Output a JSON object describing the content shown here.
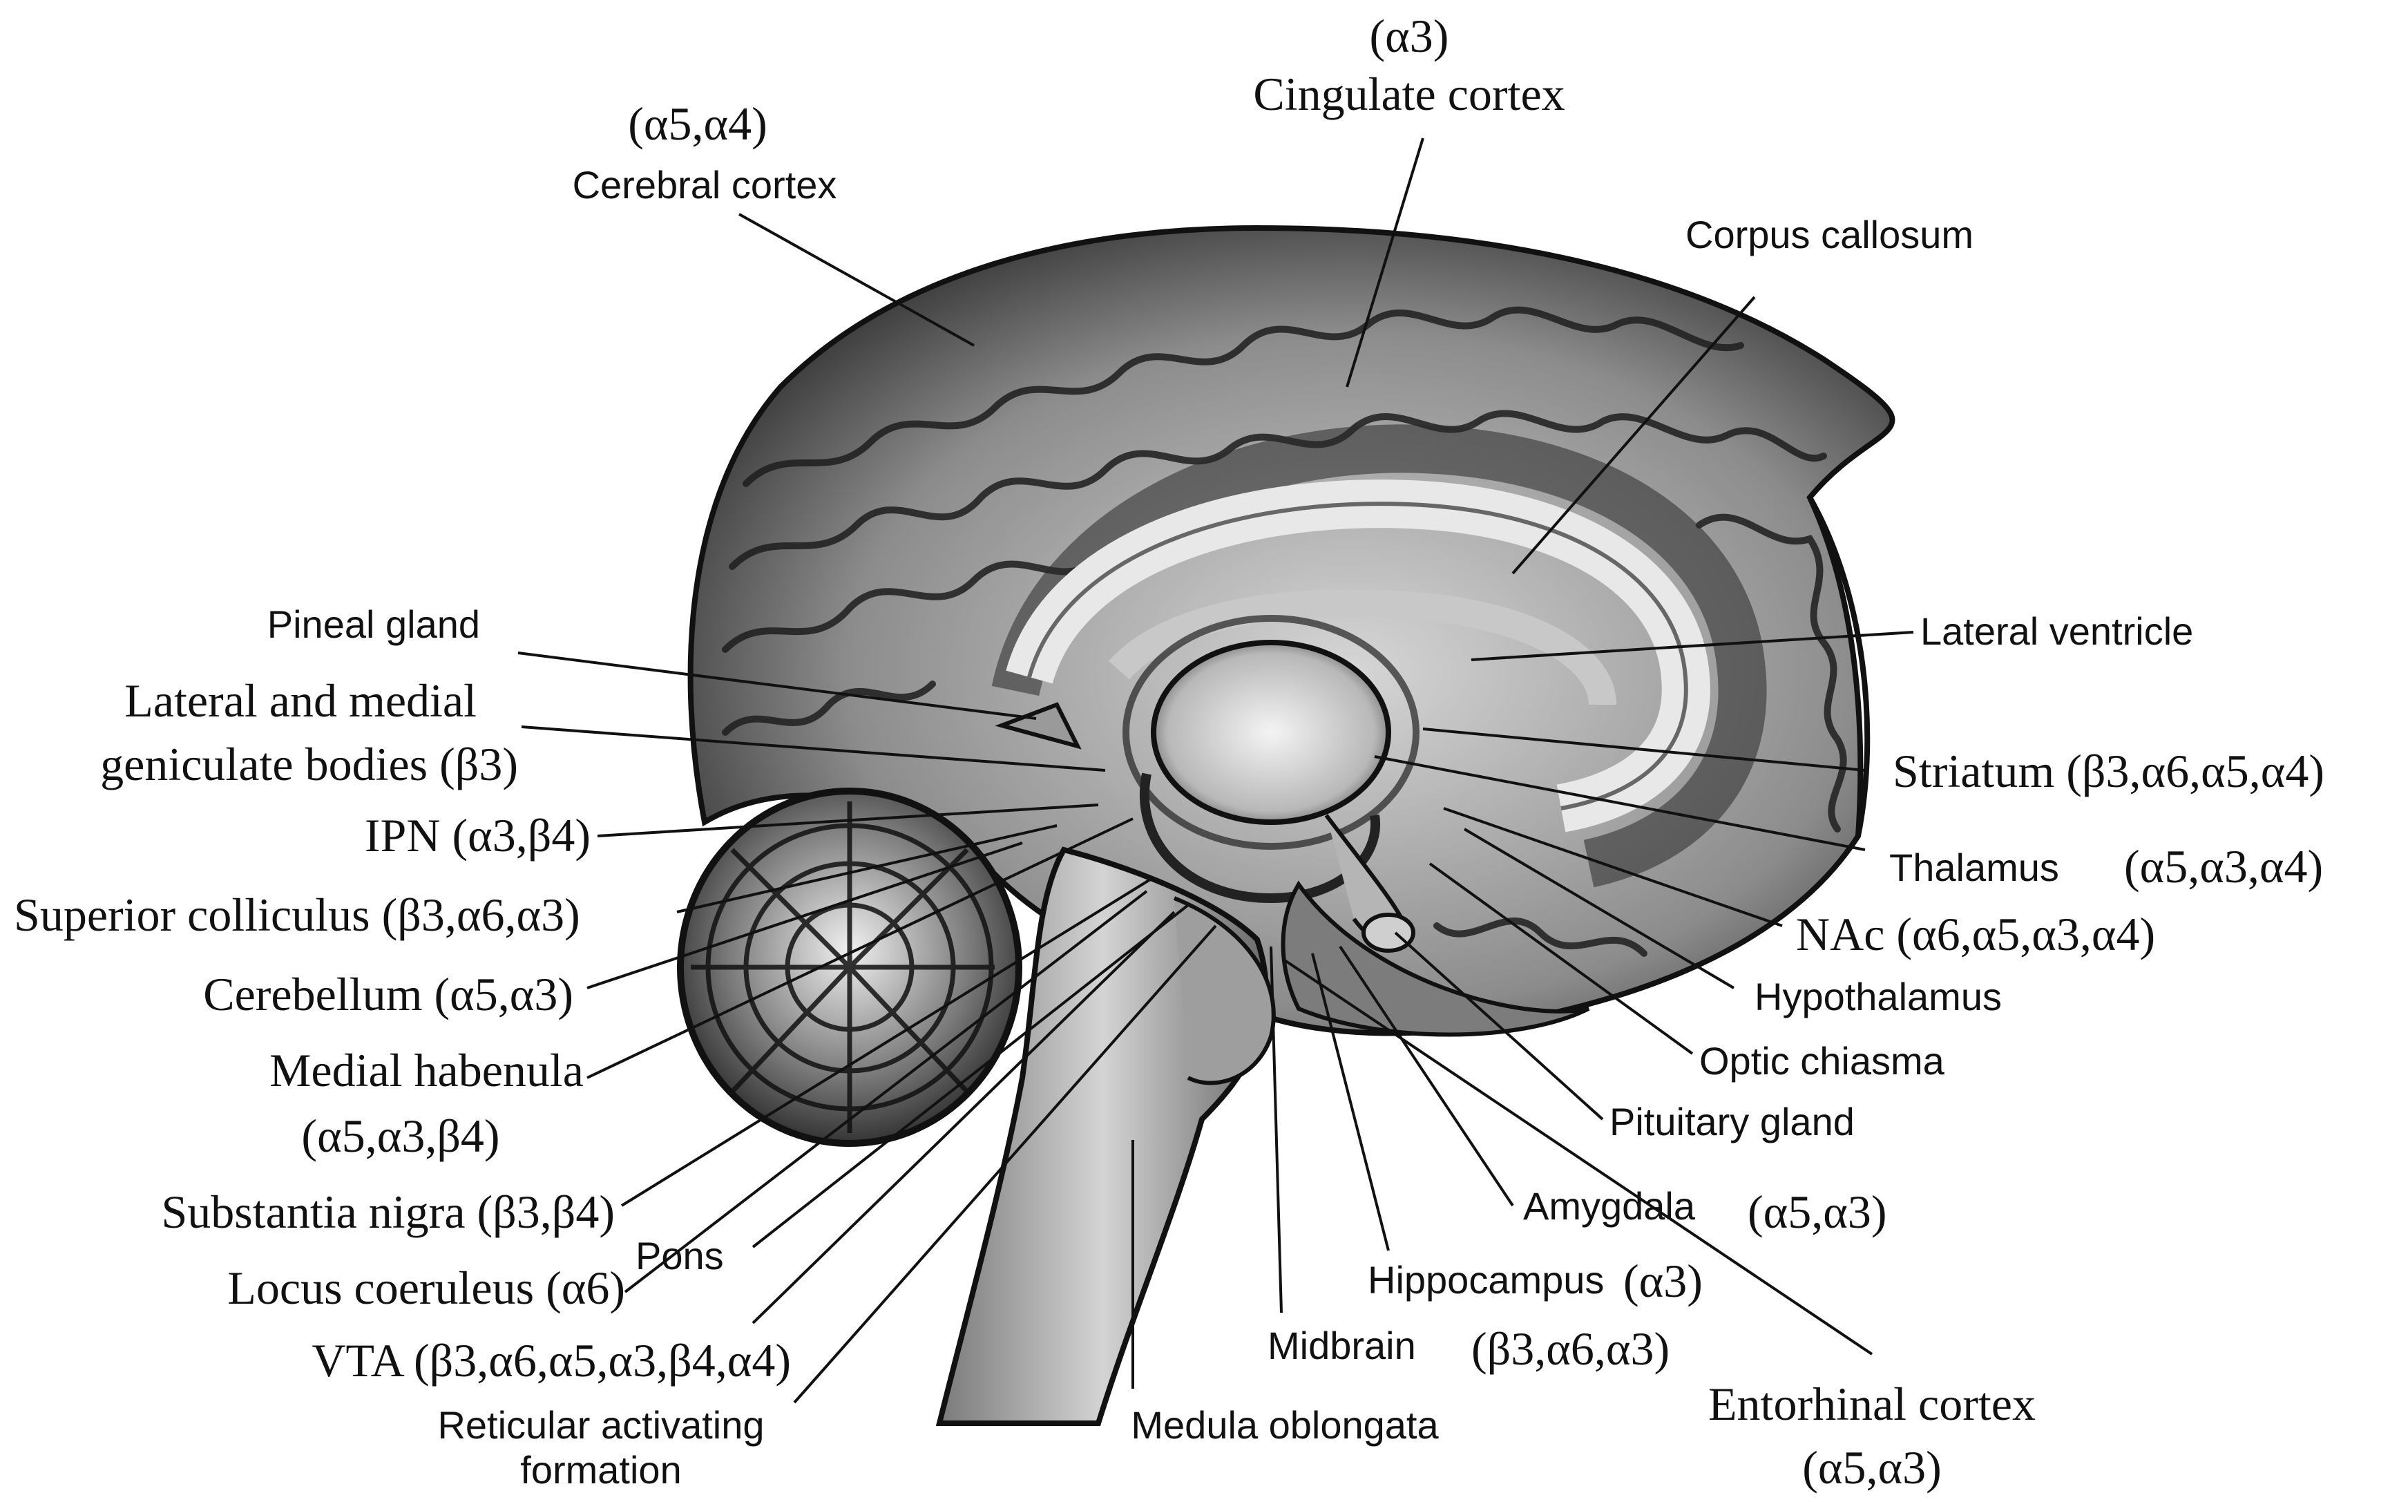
{
  "labels": {
    "cingulate_receptor": "(α3)",
    "cingulate": "Cingulate cortex",
    "cerebral_receptor": "(α5,α4)",
    "cerebral": "Cerebral cortex",
    "corpus": "Corpus callosum",
    "pineal": "Pineal gland",
    "lateral_ventricle": "Lateral ventricle",
    "geniculate_line1": "Lateral and medial",
    "geniculate_line2": "geniculate bodies (β3)",
    "striatum": "Striatum (β3,α6,α5,α4)",
    "ipn": "IPN (α3,β4)",
    "thalamus": "Thalamus",
    "thalamus_receptor": "(α5,α3,α4)",
    "superior": "Superior colliculus (β3,α6,α3)",
    "nac": "NAc (α6,α5,α3,α4)",
    "hypothalamus": "Hypothalamus",
    "cerebellum": "Cerebellum (α5,α3)",
    "optic": "Optic chiasma",
    "habenula_line1": "Medial habenula",
    "habenula_line2": "(α5,α3,β4)",
    "pituitary": "Pituitary gland",
    "substantia": "Substantia nigra (β3,β4)",
    "amygdala": "Amygdala",
    "amygdala_receptor": "(α5,α3)",
    "pons": "Pons",
    "hippocampus": "Hippocampus",
    "hippocampus_receptor": "(α3)",
    "locus": "Locus coeruleus (α6)",
    "midbrain": "Midbrain",
    "midbrain_receptor": "(β3,α6,α3)",
    "vta": "VTA (β3,α6,α5,α3,β4,α4)",
    "entorhinal": "Entorhinal cortex",
    "entorhinal_receptor": "(α5,α3)",
    "reticular_line1": "Reticular activating",
    "reticular_line2": "formation",
    "medula": "Medula oblongata"
  },
  "colors": {
    "ink": "#111111",
    "tissue_light": "#dedede",
    "tissue_mid": "#9a9a9a",
    "tissue_dark": "#3a3a3a"
  }
}
